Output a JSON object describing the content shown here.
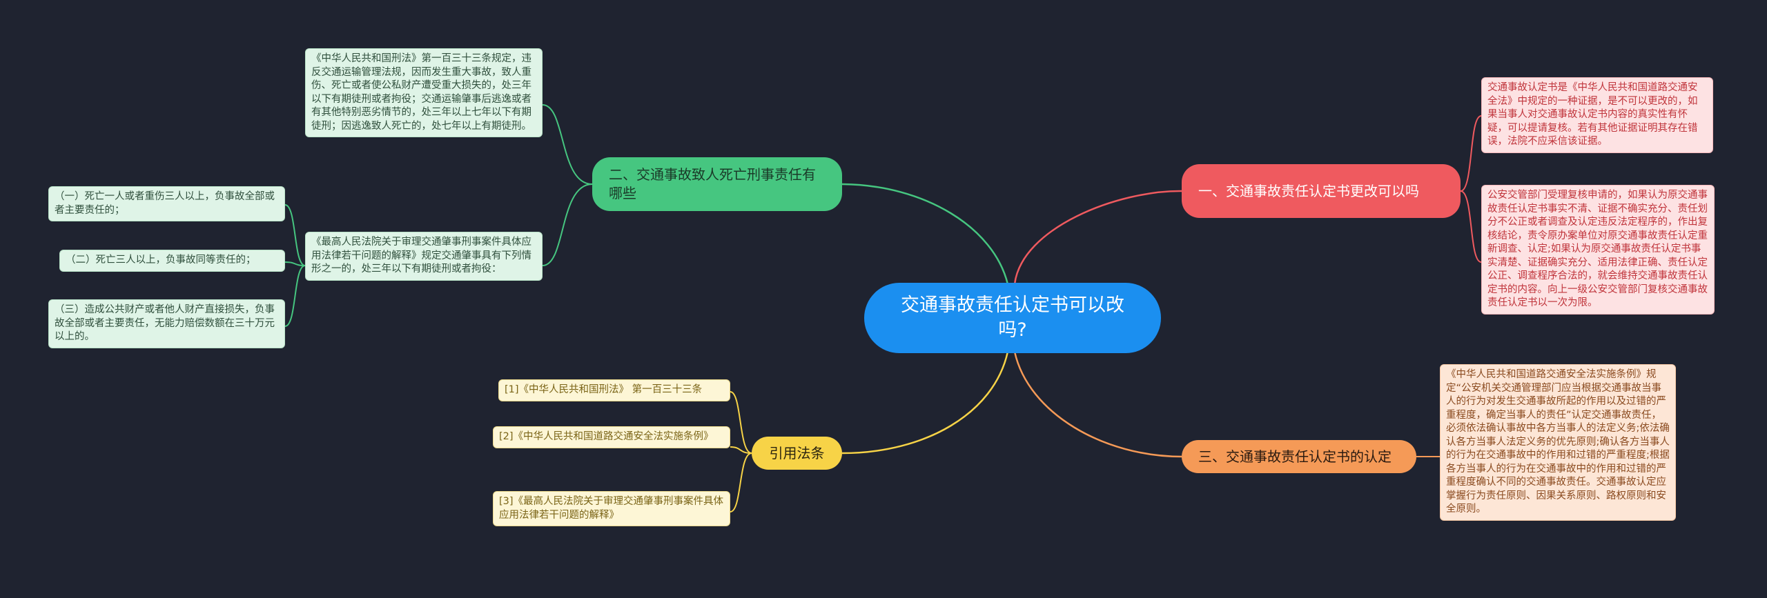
{
  "center": {
    "title": "交通事故责任认定书可以改吗?"
  },
  "branches": {
    "b1": {
      "label": "一、交通事故责任认定书更改可以吗",
      "leaves": [
        "交通事故认定书是《中华人民共和国道路交通安全法》中规定的一种证据，是不可以更改的，如果当事人对交通事故认定书内容的真实性有怀疑，可以提请复核。若有其他证据证明其存在错误，法院不应采信该证据。",
        "公安交管部门受理复核申请的，如果认为原交通事故责任认定书事实不清、证据不确实充分、责任划分不公正或者调查及认定违反法定程序的，作出复核结论，责令原办案单位对原交通事故责任认定重新调查、认定;如果认为原交通事故责任认定书事实清楚、证据确实充分、适用法律正确、责任认定公正、调查程序合法的，就会维持交通事故责任认定书的内容。向上一级公安交管部门复核交通事故责任认定书以一次为限。"
      ]
    },
    "b2": {
      "label": "二、交通事故致人死亡刑事责任有哪些",
      "leaves": [
        "《中华人民共和国刑法》第一百三十三条规定，违反交通运输管理法规，因而发生重大事故，致人重伤、死亡或者使公私财产遭受重大损失的，处三年以下有期徒刑或者拘役；交通运输肇事后逃逸或者有其他特别恶劣情节的，处三年以上七年以下有期徒刑；因逃逸致人死亡的，处七年以上有期徒刑。",
        "《最高人民法院关于审理交通肇事刑事案件具体应用法律若干问题的解释》规定交通肇事具有下列情形之一的，处三年以下有期徒刑或者拘役："
      ],
      "subleaves": [
        "（一）死亡一人或者重伤三人以上，负事故全部或者主要责任的；",
        "（二）死亡三人以上，负事故同等责任的；",
        "（三）造成公共财产或者他人财产直接损失，负事故全部或者主要责任，无能力赔偿数额在三十万元以上的。"
      ]
    },
    "b3": {
      "label": "三、交通事故责任认定书的认定",
      "leaves": [
        "《中华人民共和国道路交通安全法实施条例》规定“公安机关交通管理部门应当根据交通事故当事人的行为对发生交通事故所起的作用以及过错的严重程度，确定当事人的责任”认定交通事故责任，必须依法确认事故中各方当事人的法定义务;依法确认各方当事人法定义务的优先原则;确认各方当事人的行为在交通事故中的作用和过错的严重程度;根据各方当事人的行为在交通事故中的作用和过错的严重程度确认不同的交通事故责任。交通事故认定应掌握行为责任原则、因果关系原则、路权原则和安全原则。"
      ]
    },
    "b4": {
      "label": "引用法条",
      "leaves": [
        "[1]《中华人民共和国刑法》 第一百三十三条",
        "[2]《中华人民共和国道路交通安全法实施条例》",
        "[3]《最高人民法院关于审理交通肇事刑事案件具体应用法律若干问题的解释》"
      ]
    }
  },
  "colors": {
    "background": "#1f2330",
    "center": "#1b8ff0",
    "red": "#ef5a5f",
    "green": "#46c680",
    "orange": "#f59a57",
    "yellow": "#f7d347"
  }
}
